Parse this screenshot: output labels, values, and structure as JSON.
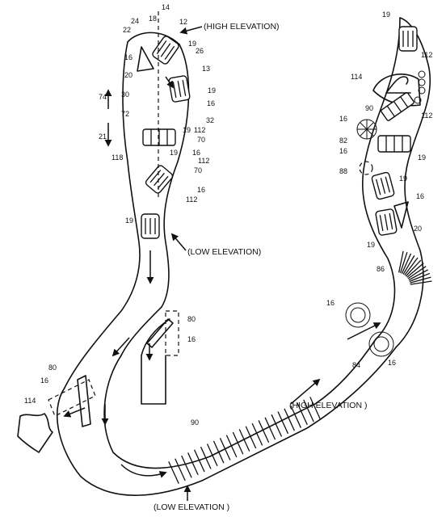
{
  "labels": {
    "n14": "14",
    "n18": "18",
    "n24": "24",
    "n12": "12",
    "n22": "22",
    "n16a": "16",
    "n20a": "20",
    "n19a": "19",
    "n26": "26",
    "n13": "13",
    "n30": "30",
    "n19b": "19",
    "n16b": "16",
    "n32": "32",
    "n74": "74",
    "n21": "21",
    "n72": "72",
    "n19c": "19",
    "n112a": "112",
    "n70a": "70",
    "n118": "118",
    "n19d": "19",
    "n16c": "16",
    "n112b": "112",
    "n70b": "70",
    "n16d": "16",
    "n112c": "112",
    "n19e": "19",
    "n80a": "80",
    "n16e": "16",
    "n80b": "80",
    "n16f": "16",
    "n114a": "114",
    "n90a": "90",
    "n19f": "19",
    "n112d": "112",
    "n114b": "114",
    "n90b": "90",
    "n112e": "112",
    "n16g": "16",
    "n82": "82",
    "n19g": "19",
    "n16h": "16",
    "n88": "88",
    "n19h": "19",
    "n16i": "16",
    "n20b": "20",
    "n19i": "19",
    "n86": "86",
    "n16j": "16",
    "n84": "84",
    "n16k": "16"
  },
  "captions": {
    "high_top": "(HIGH ELEVATION)",
    "low_mid": "(LOW ELEVATION)",
    "high_mid": "(HIGH ELEVATION )",
    "low_bottom": "(LOW ELEVATION )"
  }
}
